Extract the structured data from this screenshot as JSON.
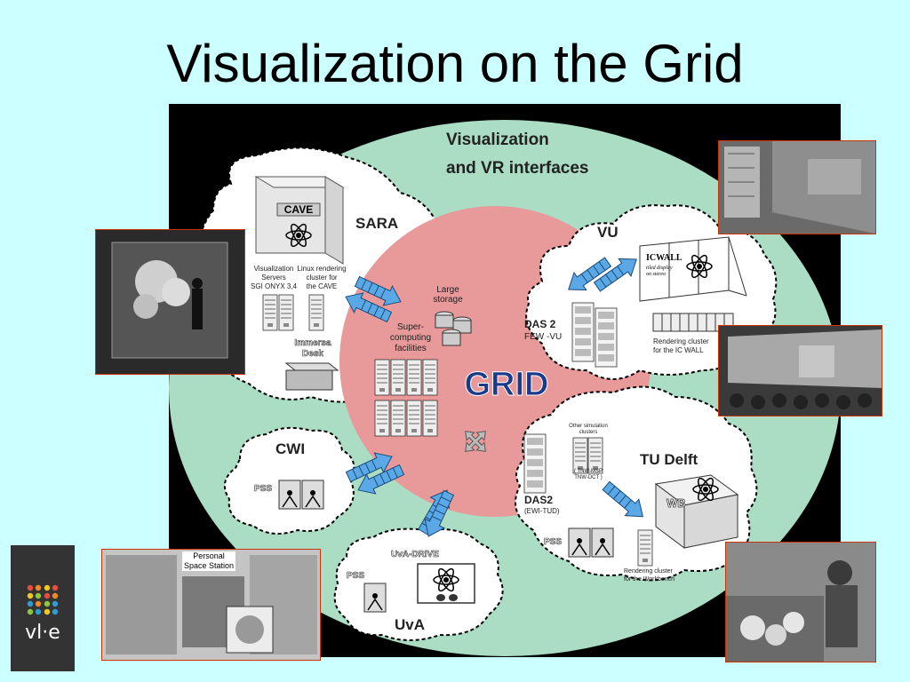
{
  "title": "Visualization on the Grid",
  "diagram": {
    "heading_line1": "Visualization",
    "heading_line2": "and VR interfaces",
    "center": "GRID",
    "center_labels": {
      "large_storage_1": "Large",
      "large_storage_2": "storage",
      "super_1": "Super-",
      "super_2": "computing",
      "super_3": "facilities"
    },
    "clouds": {
      "sara": {
        "name": "SARA",
        "cave": "CAVE",
        "servers_1": "Visualization",
        "servers_2": "Servers",
        "servers_3": "SGI ONYX 3,4",
        "linux_1": "Linux rendering",
        "linux_2": "cluster for",
        "linux_3": "the CAVE",
        "immersa_1": "Immersa",
        "immersa_2": "Desk"
      },
      "vu": {
        "name": "VU",
        "das": "DAS 2",
        "das_sub": "FEW -VU",
        "icwall": "ICWALL",
        "icwall_sub_1": "tiled display",
        "icwall_sub_2": "on stereo",
        "render_1": "Rendering cluster",
        "render_2": "for the IC WALL"
      },
      "tudelft": {
        "name": "TU Delft",
        "wb": "WB",
        "pss": "PSS",
        "render_1": "Rendering cluster",
        "render_2": "for the Workbench"
      },
      "tud_sim": {
        "other_1": "Other simulation",
        "other_2": "clusters",
        "tnw_1": "( TNW-MSP",
        "tnw_2": "TNW-DCT )",
        "das": "DAS2",
        "das_sub": "(EWI-TUD)"
      },
      "cwi": {
        "name": "CWI",
        "pss": "PSS"
      },
      "uva": {
        "name": "UvA",
        "drive": "UvA-DRIVE",
        "pss": "PSS"
      }
    }
  },
  "photos": {
    "pss_caption_1": "Personal",
    "pss_caption_2": "Space Station"
  },
  "logo": {
    "text": "vl·e"
  },
  "colors": {
    "background": "#ccffff",
    "outer_ellipse": "#aaddc4",
    "grid_circle": "#e89999",
    "grid_text": "#1a3a8c",
    "arrow": "#5aa9e6",
    "photo_border": "#cc3300"
  }
}
